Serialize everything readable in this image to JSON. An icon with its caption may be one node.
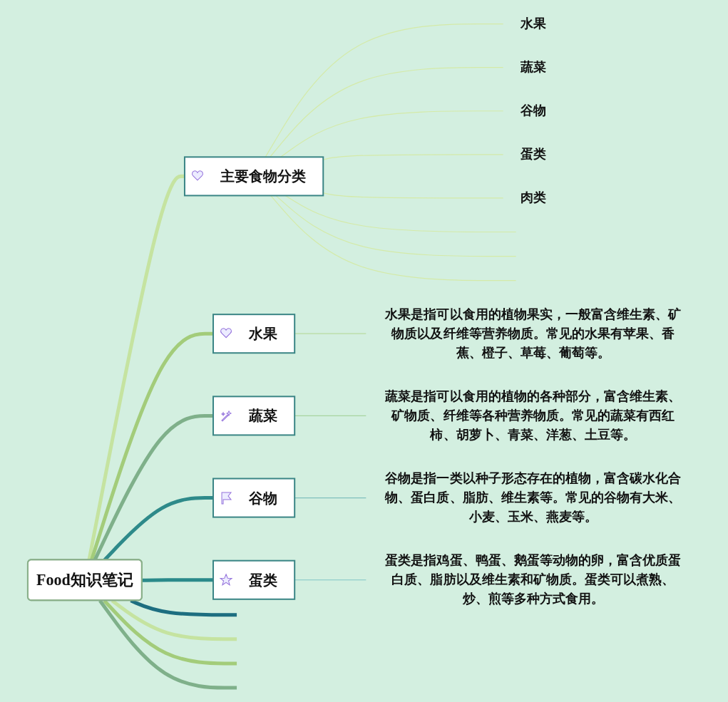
{
  "diagram": {
    "nodes": [
      {
        "text": [
          "Food知识笔记"
        ]
      },
      {
        "text": [
          "主要食物分类"
        ]
      },
      {
        "text": [
          "水果"
        ]
      },
      {
        "text": [
          "蔬菜"
        ]
      },
      {
        "text": [
          "谷物"
        ]
      },
      {
        "text": [
          "蛋类"
        ]
      },
      {
        "text": [
          "肉类"
        ]
      },
      {
        "text": [
          "水果"
        ]
      },
      {
        "text": [
          "水果是指可以食用的植物果实，一般富含维生素、矿物质以及纤维等营养物质。常见的水果有苹果、香蕉、橙子、草莓、葡萄等。"
        ]
      },
      {
        "text": [
          "蔬菜"
        ]
      },
      {
        "text": [
          "蔬菜是指可以食用的植物的各种部分，富含维生素、矿物质、纤维等各种营养物质。常见的蔬菜有西红柿、胡萝卜、青菜、洋葱、土豆等。"
        ]
      },
      {
        "text": [
          "谷物"
        ]
      },
      {
        "text": [
          "谷物是指一类以种子形态存在的植物，富含碳水化合物、蛋白质、脂肪、维生素等。常见的谷物有大米、小麦、玉米、燕麦等。"
        ]
      },
      {
        "text": [
          "蛋类"
        ]
      },
      {
        "text": [
          "蛋类是指鸡蛋、鸭蛋、鹅蛋等动物的卵，富含优质蛋白质、脂肪以及维生素和矿物质。蛋类可以煮熟、炒、煎等多种方式食用。"
        ]
      }
    ],
    "edges": [
      {
        "from": 0,
        "to": 1,
        "arrow": "none",
        "style": "thick",
        "color": "#c5e3a0"
      },
      {
        "from": 1,
        "to": 2,
        "arrow": "none"
      },
      {
        "from": 1,
        "to": 3,
        "arrow": "none"
      },
      {
        "from": 1,
        "to": 4,
        "arrow": "none"
      },
      {
        "from": 1,
        "to": 5,
        "arrow": "none"
      },
      {
        "from": 1,
        "to": 6,
        "arrow": "none"
      },
      {
        "from": 1,
        "to": null,
        "arrow": "none"
      },
      {
        "from": 1,
        "to": null,
        "arrow": "none"
      },
      {
        "from": 1,
        "to": null,
        "arrow": "none"
      },
      {
        "from": 0,
        "to": 7,
        "arrow": "none",
        "style": "thick",
        "color": "#a3cc7a"
      },
      {
        "from": 7,
        "to": 8,
        "arrow": "none",
        "color": "#b8dca0"
      },
      {
        "from": 0,
        "to": 9,
        "arrow": "none",
        "style": "thick",
        "color": "#7fb08a"
      },
      {
        "from": 9,
        "to": 10,
        "arrow": "none",
        "color": "#a8d4a0"
      },
      {
        "from": 0,
        "to": 11,
        "arrow": "none",
        "style": "thick",
        "color": "#2e8a8a"
      },
      {
        "from": 11,
        "to": 12,
        "arrow": "none",
        "color": "#7fc0bc"
      },
      {
        "from": 0,
        "to": 13,
        "arrow": "none",
        "style": "thick",
        "color": "#2a8a8a"
      },
      {
        "from": 13,
        "to": 14,
        "arrow": "none",
        "color": "#7fc6c6"
      },
      {
        "from": 0,
        "to": null,
        "arrow": "none",
        "style": "thick",
        "color": "#1d6e80"
      },
      {
        "from": 0,
        "to": null,
        "arrow": "none",
        "style": "thick",
        "color": "#c5e3a0"
      },
      {
        "from": 0,
        "to": null,
        "arrow": "none",
        "style": "thick",
        "color": "#a3cc7a"
      },
      {
        "from": 0,
        "to": null,
        "arrow": "none",
        "style": "thick",
        "color": "#7fb08a"
      }
    ]
  }
}
